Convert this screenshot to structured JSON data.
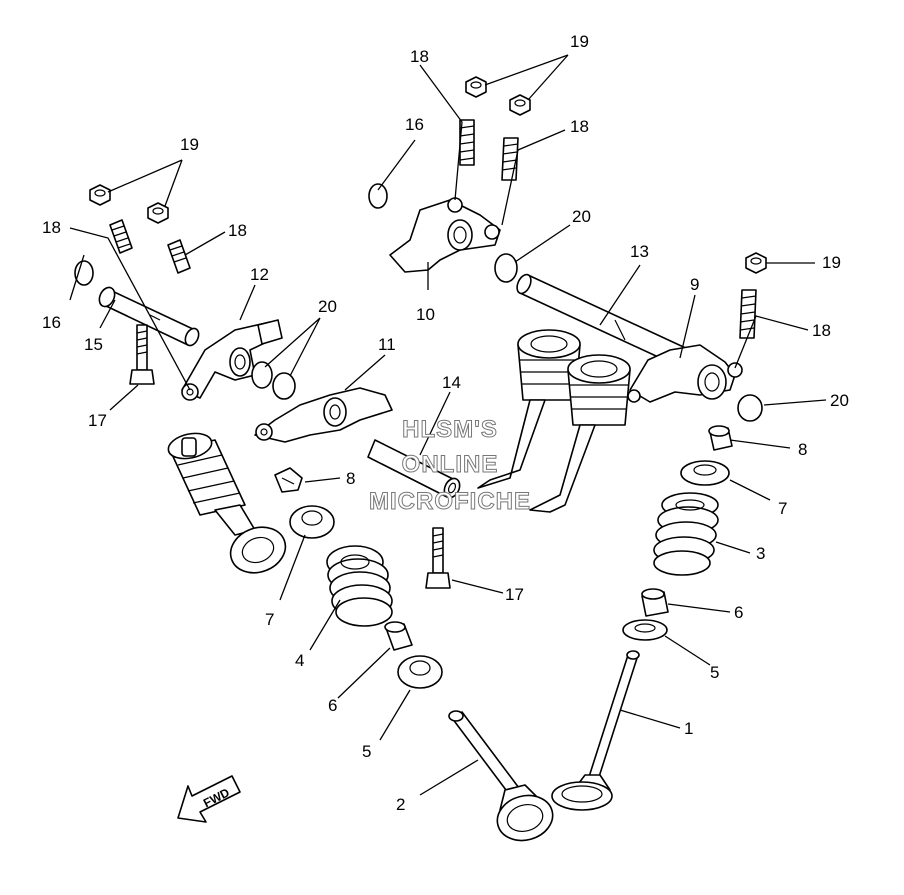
{
  "callouts": {
    "c1": "1",
    "c2": "2",
    "c3": "3",
    "c4": "4",
    "c5a": "5",
    "c5b": "5",
    "c6a": "6",
    "c6b": "6",
    "c7a": "7",
    "c7b": "7",
    "c8a": "8",
    "c8b": "8",
    "c9": "9",
    "c10": "10",
    "c11": "11",
    "c12": "12",
    "c13": "13",
    "c14": "14",
    "c15": "15",
    "c16a": "16",
    "c16b": "16",
    "c17a": "17",
    "c17b": "17",
    "c18a": "18",
    "c18b": "18",
    "c18c": "18",
    "c18d": "18",
    "c18e": "18",
    "c19a": "19",
    "c19b": "19",
    "c19c": "19",
    "c20a": "20",
    "c20b": "20",
    "c20c": "20"
  },
  "watermark": {
    "line1": "HLSM'S",
    "line2": "ONLINE",
    "line3": "MICROFICHE"
  },
  "fwd": {
    "label": "FWD"
  }
}
